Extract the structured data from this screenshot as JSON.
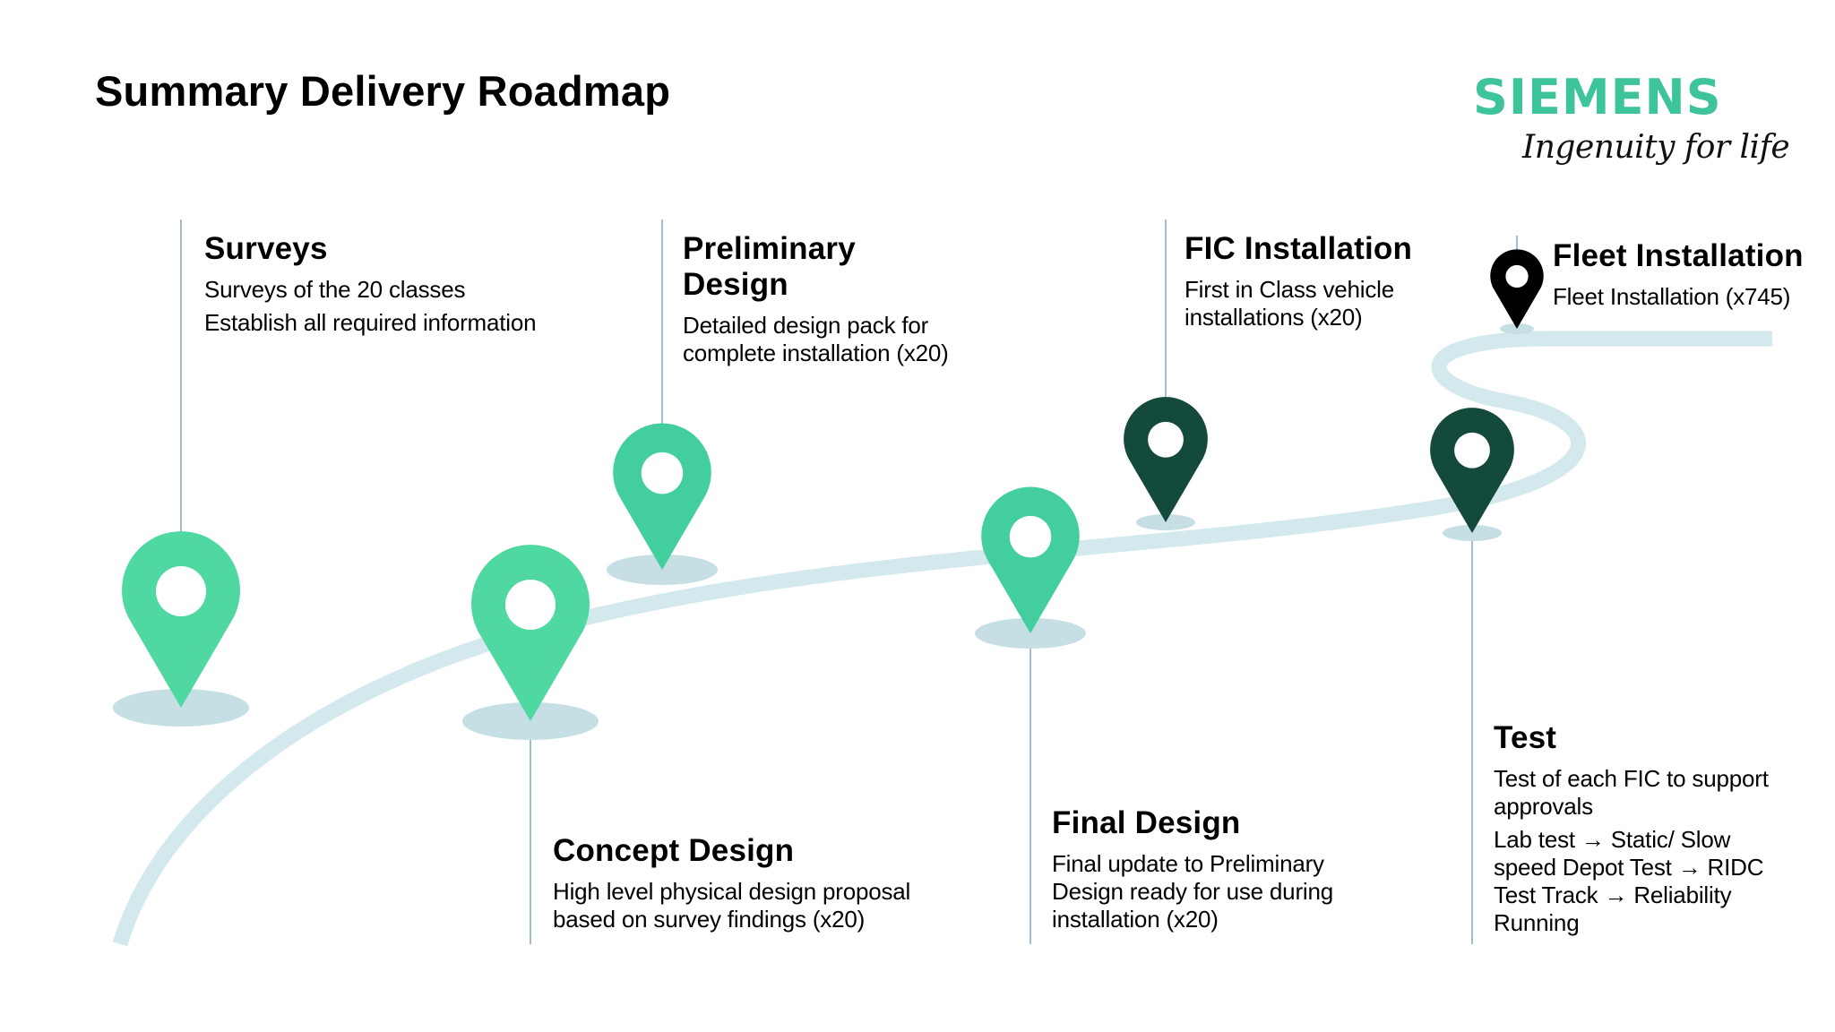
{
  "title": "Summary Delivery Roadmap",
  "brand": {
    "name": "SIEMENS",
    "tagline": "Ingenuity for life",
    "color": "#3dc49b"
  },
  "colors": {
    "road": "#d3e9ee",
    "shadow": "#c5dfe4",
    "connector": "#9fbfd1",
    "pin_light": "#4fd8a2",
    "pin_mid": "#43cf9d",
    "pin_dark": "#144a3c"
  },
  "milestones": [
    {
      "id": "surveys",
      "icon": "location-pin-icon",
      "pin_color": "light",
      "title": "Surveys",
      "lines": [
        "Surveys of the 20 classes",
        "Establish all required information"
      ]
    },
    {
      "id": "concept-design",
      "icon": "location-pin-icon",
      "pin_color": "light",
      "title": "Concept Design",
      "lines": [
        "High level physical design proposal based on survey findings (x20)"
      ]
    },
    {
      "id": "preliminary-design",
      "icon": "location-pin-icon",
      "pin_color": "mid",
      "title": "Preliminary Design",
      "lines": [
        "Detailed design pack for complete installation (x20)"
      ]
    },
    {
      "id": "final-design",
      "icon": "location-pin-icon",
      "pin_color": "mid",
      "title": "Final Design",
      "lines": [
        "Final update to Preliminary Design ready for use during installation (x20)"
      ]
    },
    {
      "id": "fic-installation",
      "icon": "location-pin-icon",
      "pin_color": "dark",
      "title": "FIC Installation",
      "lines": [
        "First in Class vehicle installations (x20)"
      ]
    },
    {
      "id": "test",
      "icon": "location-pin-icon",
      "pin_color": "dark",
      "title": "Test",
      "lines": [
        "Test of each FIC to support approvals",
        "Lab test → Static/ Slow speed Depot Test → RIDC Test Track → Reliability Running"
      ]
    },
    {
      "id": "fleet-installation",
      "icon": "location-pin-icon",
      "pin_color": "black",
      "title": "Fleet Installation",
      "lines": [
        "Fleet Installation (x745)"
      ]
    }
  ]
}
